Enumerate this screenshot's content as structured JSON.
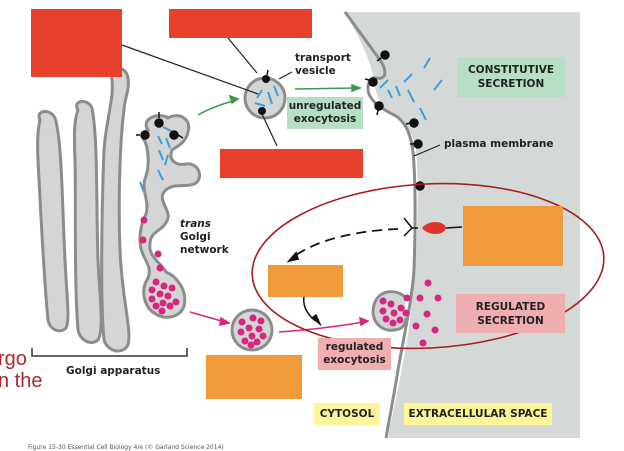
{
  "labels": {
    "transport_vesicle": [
      "transport",
      "vesicle"
    ],
    "unregulated_exocytosis": [
      "unregulated",
      "exocytosis"
    ],
    "constitutive_secretion": [
      "CONSTITUTIVE",
      "SECRETION"
    ],
    "plasma_membrane": "plasma membrane",
    "trans_golgi_network": [
      "trans",
      "Golgi",
      "network"
    ],
    "golgi_apparatus": "Golgi apparatus",
    "regulated_secretion": [
      "REGULATED",
      "SECRETION"
    ],
    "regulated_exocytosis": [
      "regulated",
      "exocytosis"
    ],
    "cytosol": "CYTOSOL",
    "extracellular_space": "EXTRACELLULAR SPACE"
  },
  "partial_text": [
    "rgo",
    "n the"
  ],
  "caption": "Figure 15-30 Essential Cell Biology 4/e (© Garland Science 2014)",
  "colors": {
    "redaction_red": "#e8402a",
    "redaction_orange": "#ef9a3b",
    "green_label": "#b7dfc4",
    "pink_label": "#f1aeb0",
    "yellow_label": "#fdf59a",
    "extracellular_gray": "#d4d9d7",
    "organelle_gray": "#d3d6d5",
    "membrane_gray": "#8a8d8c",
    "cargo_blue": "#3b9fdc",
    "cargo_magenta": "#d8267f",
    "arrow_green": "#3a9a4a",
    "arrow_magenta": "#d8267f",
    "ellipse_red": "#a61e1e",
    "signal_red": "#e0332e"
  },
  "redaction_boxes": [
    {
      "name": "label-box-golgi-top-left",
      "color": "red"
    },
    {
      "name": "label-box-top-center",
      "color": "red"
    },
    {
      "name": "label-box-center",
      "color": "red"
    },
    {
      "name": "label-box-signal",
      "color": "orange"
    },
    {
      "name": "label-box-secretory-vesicle-storage",
      "color": "orange"
    },
    {
      "name": "label-box-secretory-vesicle",
      "color": "orange"
    }
  ]
}
